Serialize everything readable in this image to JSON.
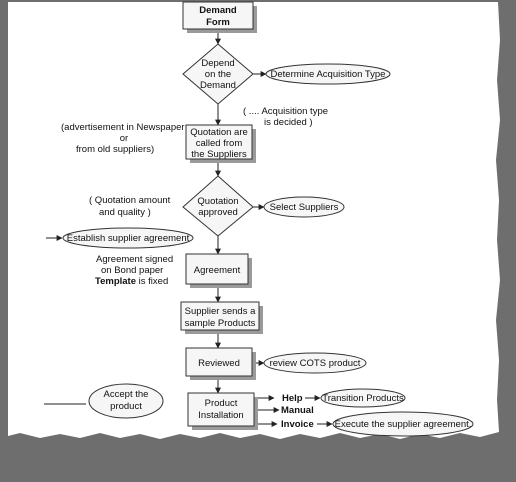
{
  "nodes": {
    "demand_form": [
      "Demand",
      "Form"
    ],
    "depend": [
      "Depend",
      "on the",
      "Demand"
    ],
    "determine": "Determine Acquisition Type",
    "acq_note": [
      "( .... Acquisition type",
      "is decided )"
    ],
    "adv_note": [
      "(advertisement in Newspaper",
      "or",
      "from old suppliers)"
    ],
    "quotation_called": [
      "Quotation are",
      "called from",
      "the Suppliers"
    ],
    "qa_note": [
      "( Quotation amount",
      "and quality )"
    ],
    "quotation_approved": [
      "Quotation",
      "approved"
    ],
    "select_suppliers": "Select Suppliers",
    "establish": "Establish supplier agreement",
    "agreement_note": [
      "Agreement signed",
      "on Bond paper",
      "Template",
      "is fixed"
    ],
    "agreement": "Agreement",
    "supplier_sends": [
      "Supplier sends a",
      "sample Products"
    ],
    "reviewed": "Reviewed",
    "review_cots": "review COTS product",
    "accept": [
      "Accept the",
      "product"
    ],
    "product_installation": [
      "Product",
      "Installation"
    ],
    "help": "Help",
    "manual": "Manual",
    "invoice": "Invoice",
    "transition": "Transition Products",
    "execute": "Execute the supplier agreement."
  }
}
